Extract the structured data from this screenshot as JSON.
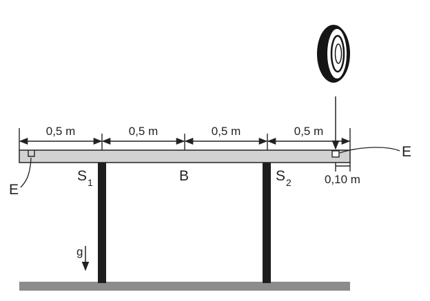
{
  "dimensions": {
    "seg1": "0,5 m",
    "seg2": "0,5 m",
    "seg3": "0,5 m",
    "seg4": "0,5 m",
    "offset": "0,10 m"
  },
  "labels": {
    "support1_main": "S",
    "support1_sub": "1",
    "support2_main": "S",
    "support2_sub": "2",
    "beam": "B",
    "end_left": "E",
    "end_right": "E",
    "gravity": "g"
  },
  "colors": {
    "beam_fill": "#d2d2d2",
    "support": "#1e1e1e",
    "ground": "#8c8c8c",
    "line": "#222222"
  },
  "icons": [
    "roll-of-tape-icon",
    "gravity-arrow-icon"
  ]
}
